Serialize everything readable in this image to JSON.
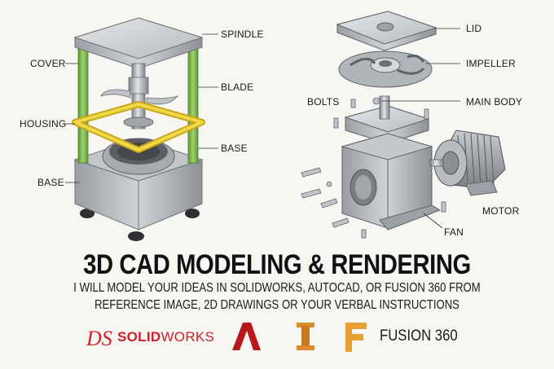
{
  "left_diagram": {
    "labels": {
      "spindle": "SPINDLE",
      "cover": "COVER",
      "blade": "BLADE",
      "housing": "HOUSING",
      "base_right": "BASE",
      "base_left": "BASE"
    }
  },
  "right_diagram": {
    "labels": {
      "lid": "LID",
      "impeller": "IMPELLER",
      "bolts": "BOLTS",
      "main_body": "MAIN BODY",
      "motor": "MOTOR",
      "fan": "FAN"
    }
  },
  "headline": {
    "title": "3D CAD MODELING & RENDERING",
    "subtitle_line1": "I WILL MODEL YOUR IDEAS IN SOLIDWORKS, AUTOCAD, OR FUSION 360 FROM",
    "subtitle_line2": "REFERENCE IMAGE, 2D DRAWINGS OR YOUR VERBAL INSTRUCTIONS"
  },
  "logos": {
    "solidworks_bold": "SOLID",
    "solidworks_light": "WORKS",
    "autocad_letter": "A",
    "inventor_letter": "I",
    "fusion_letter": "F",
    "fusion_text": "FUSION 360"
  },
  "colors": {
    "background": "#f7f6f3",
    "solidworks_red": "#d0202a",
    "autocad_red": "#b8181c",
    "inventor_orange": "#d98a2c",
    "fusion_orange": "#e8a030",
    "frame_green": "#7cba4a",
    "ring_yellow": "#e4c62a",
    "metal_gray": "#b9bcc0"
  }
}
